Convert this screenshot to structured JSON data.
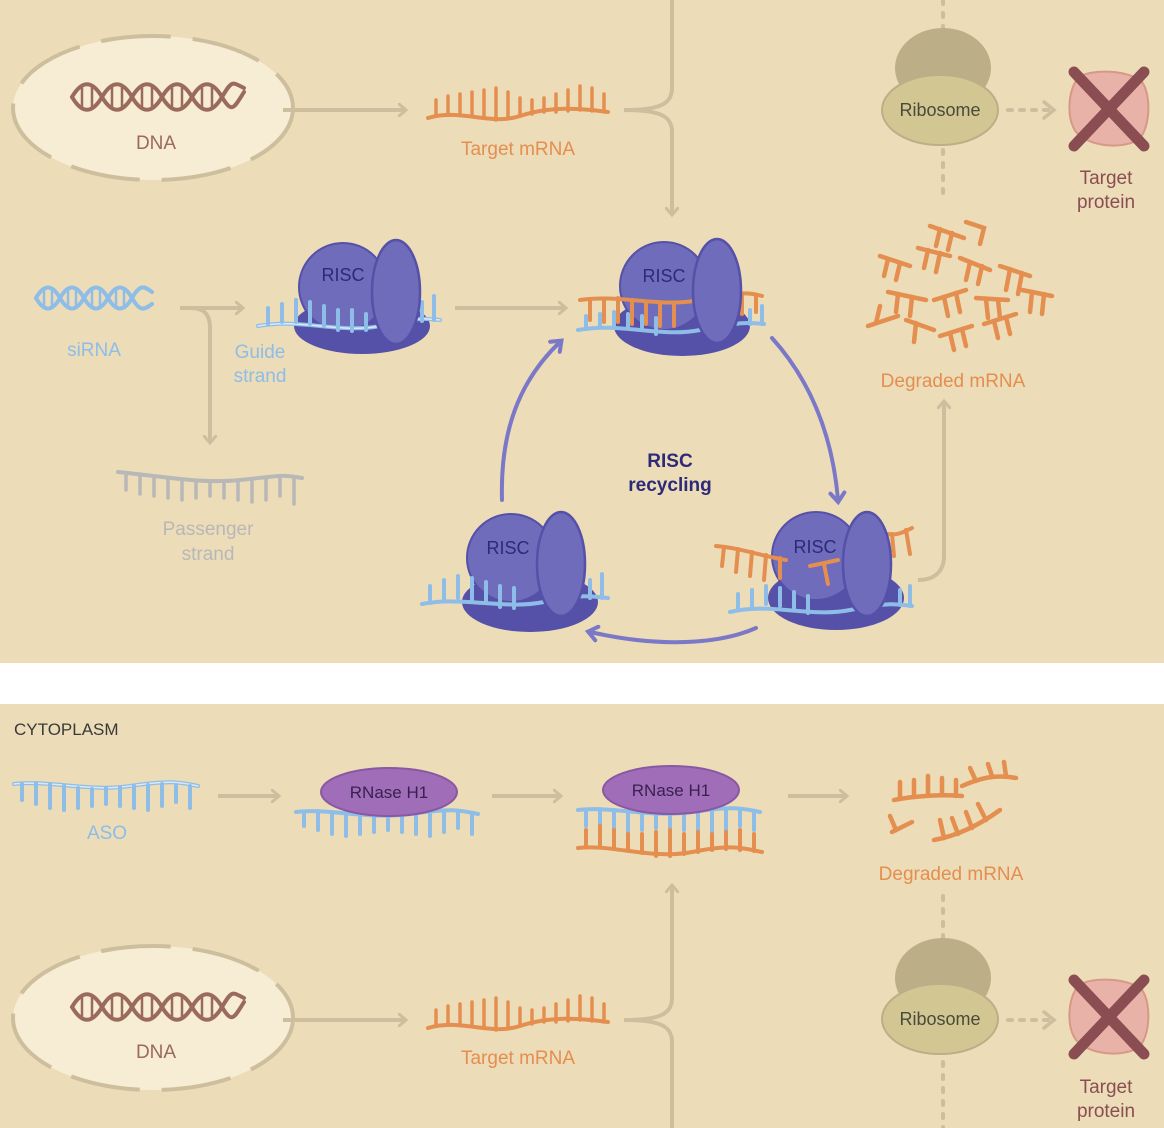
{
  "colors": {
    "panel_bg": "#ecdcb8",
    "gap_bg": "#ffffff",
    "flow_arrow": "#cdbf9d",
    "dna": "#9a6a5c",
    "target_mrna": "#e48e4f",
    "sirna": "#8ebde8",
    "passenger": "#b8b8b8",
    "risc": "#6e6cbb",
    "risc_dark": "#5550a8",
    "recycle_arrow": "#7b78c8",
    "ribosome_top": "#bcae86",
    "ribosome_bottom": "#d2c792",
    "protein": "#e8b2a8",
    "cross": "#8a4e52",
    "rnase": "#a06eb8",
    "nucleus": "#f7ecd4"
  },
  "top_panel": {
    "dna_label": "DNA",
    "target_mrna_label": "Target mRNA",
    "ribosome_label": "Ribosome",
    "target_protein_line1": "Target",
    "target_protein_line2": "protein",
    "sirna_label": "siRNA",
    "guide_line1": "Guide",
    "guide_line2": "strand",
    "passenger_line1": "Passenger",
    "passenger_line2": "strand",
    "risc_label": "RISC",
    "recycling_line1": "RISC",
    "recycling_line2": "recycling",
    "degraded_label": "Degraded mRNA"
  },
  "bottom_panel": {
    "compartment_label": "CYTOPLASM",
    "aso_label": "ASO",
    "rnase_label": "RNase H1",
    "degraded_label": "Degraded mRNA",
    "dna_label": "DNA",
    "target_mrna_label": "Target mRNA",
    "ribosome_label": "Ribosome",
    "target_protein_line1": "Target",
    "target_protein_line2": "protein"
  }
}
